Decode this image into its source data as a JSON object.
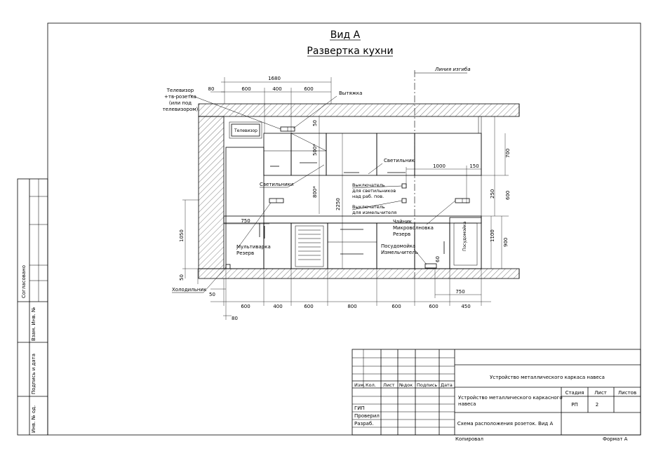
{
  "title": {
    "line1": "Вид А",
    "line2": "Развертка кухни"
  },
  "bend_line_label": "Линия изгиба",
  "dims_top": {
    "total": "1680",
    "left_gap": "80",
    "segments": [
      "600",
      "400",
      "600"
    ]
  },
  "dims_bottom": {
    "segments": [
      "600",
      "400",
      "600",
      "800",
      "600",
      "600",
      "450"
    ],
    "offset": "80",
    "left_gap": "50",
    "right_gap": "750"
  },
  "dims_vertical": {
    "d50": "50",
    "d500": "500*",
    "d800": "800*",
    "d2250": "2250",
    "d1050": "1050",
    "d50b": "50",
    "d700": "700",
    "d600": "600",
    "d250": "250",
    "d1100": "1100",
    "d900": "900",
    "d60": "60"
  },
  "dims_horizontal_misc": {
    "d750": "750",
    "d1000": "1000",
    "d150": "150"
  },
  "callouts": {
    "tv_socket": [
      "Телевизор",
      "+тв-розетка",
      "(или под",
      "телевизором)"
    ],
    "hood": "Вытяжка",
    "tv_label": "Телевизор",
    "lamps": "Светильники",
    "lamp": "Светильник",
    "switch1": [
      "Выключатель",
      "для светильников",
      "над раб. пов."
    ],
    "switch2": [
      "Выключатель",
      "для измельчителя"
    ],
    "kettle": [
      "Чайник",
      "Микроволновка",
      "Резерв"
    ],
    "multicooker": [
      "Мультиварка",
      "Резерв"
    ],
    "dishwasher_grinder": [
      "Посудомойка",
      "Измельчитель"
    ],
    "dishwasher_label": "Посудомойка",
    "fridge": "Холодильник"
  },
  "side_stamp": {
    "agreed": "Согласовано",
    "inv_zam": "Взам. Инв. №",
    "sign_date": "Подпись и дата",
    "inv_orig": "Инв. № од."
  },
  "title_block": {
    "project": "Устройство металлического каркаса навеса",
    "object": [
      "Устройство металлического каркасного",
      "навеса"
    ],
    "sheet_title": "Схема расположения розеток. Вид А",
    "headers": [
      "Изм.",
      "Кол.",
      "Лист",
      "№док",
      "Подпись",
      "Дата"
    ],
    "roles": [
      "ГИП",
      "Проверил",
      "Разраб."
    ],
    "stage_label": "Стадия",
    "sheet_label": "Лист",
    "sheets_label": "Листов",
    "stage": "РП",
    "sheet": "2",
    "sheets": ""
  },
  "footer": {
    "copied": "Копировал",
    "format": "Формат А"
  }
}
